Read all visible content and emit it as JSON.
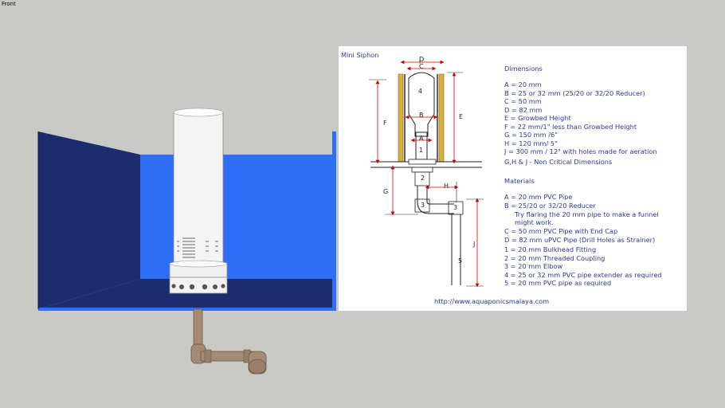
{
  "view": {
    "label": "Front"
  },
  "sheet": {
    "title": "Mini Siphon",
    "dimensions_heading": "Dimensions",
    "dimensions": [
      "A = 20 mm",
      "B = 25 or 32 mm (25/20 or 32/20 Reducer)",
      "C = 50 mm",
      "D = 82 mm",
      "E = Growbed Height",
      "F = 22 mm/1\" less than Growbed Height",
      "G = 150 mm /6\"",
      "H = 120 mm/ 5\"",
      "J = 300 mm / 12\" with holes made for aeration",
      "G,H & J  - Non Critical Dimensions"
    ],
    "materials_heading": "Materials",
    "materials": [
      "A = 20 mm PVC Pipe",
      "B = 25/20 or 32/20 Reducer",
      "     Try flaring the 20 mm pipe to make a funnel",
      "     might work.",
      "C = 50 mm PVC Pipe with End Cap",
      "D = 82 mm uPVC Pipe (Drill Holes as Strainer)",
      "1 = 20 mm Bulkhead Fitting",
      "2 = 20 mm Threaded Coupling",
      "3 = 20 mm Elbow",
      "4 = 25 or 32 mm PVC pipe extender as required",
      "5 = 20 mm PVC pipe as required"
    ],
    "url": "http://www.aquaponicsmalaya.com",
    "diagram_labels": {
      "D": "D",
      "C": "C",
      "A": "A",
      "B": "B",
      "E": "E",
      "F": "F",
      "G": "G",
      "H": "H",
      "J": "J",
      "part1": "1",
      "part2": "2",
      "part3": "3",
      "part4": "4",
      "part5": "5"
    }
  },
  "colors": {
    "background": "#c9cac5",
    "tank_blue": "#2d6ef5",
    "tank_dark": "#1b2d6e",
    "pipe_brown": "#a58a75",
    "text_blue": "#2b3a8f",
    "dimension_red": "#cc0000",
    "grow_yellow": "#d8b040"
  }
}
